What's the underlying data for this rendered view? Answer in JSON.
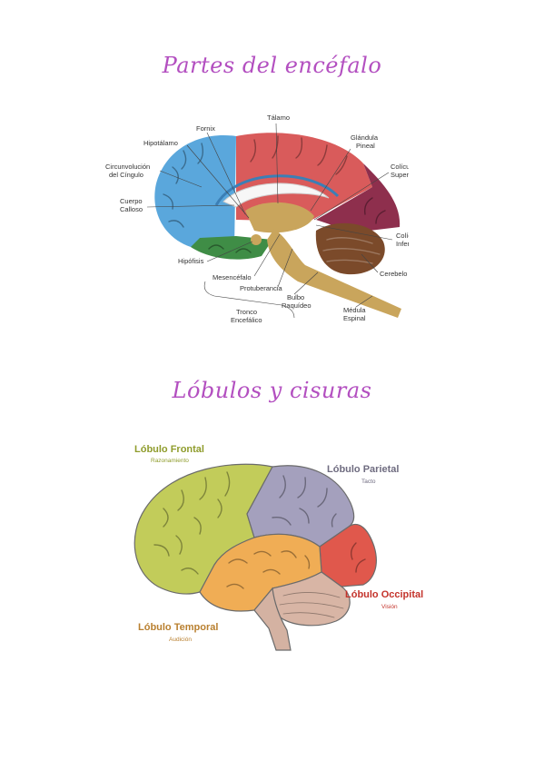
{
  "headings": {
    "section1": "Partes del encéfalo",
    "section2": "Lóbulos y cisuras"
  },
  "figure1": {
    "labels": {
      "fornix": "Fornix",
      "talamo": "Tálamo",
      "hipotalamo": "Hipotálamo",
      "glandula1": "Glándula",
      "glandula2": "Pineal",
      "circun1": "Circunvolución",
      "circun2": "del Cíngulo",
      "coliculo_sup1": "Colículo",
      "coliculo_sup2": "Superior",
      "cuerpo1": "Cuerpo",
      "cuerpo2": "Calloso",
      "coliculo_inf1": "Colículo",
      "coliculo_inf2": "Inferior",
      "hipofisis": "Hipófisis",
      "cerebelo": "Cerebelo",
      "mesencefalo": "Mesencéfalo",
      "protuberancia": "Protuberancia",
      "bulbo1": "Bulbo",
      "bulbo2": "Raquídeo",
      "tronco1": "Tronco",
      "tronco2": "Encefálico",
      "medula1": "Médula",
      "medula2": "Espinal"
    },
    "colors": {
      "frontal": "#5aa7dc",
      "parietal": "#d95b5b",
      "occipital": "#8e2f4d",
      "temporal": "#3f8d46",
      "brainstem": "#c9a55c",
      "cerebellum": "#7b4a2a"
    }
  },
  "figure2": {
    "lobes": {
      "frontal": {
        "name": "Lóbulo Frontal",
        "sub": "Razonamiento",
        "color": "#c2cc5a"
      },
      "parietal": {
        "name": "Lóbulo Parietal",
        "sub": "Tacto",
        "color": "#a4a0bd"
      },
      "occipital": {
        "name": "Lóbulo Occipital",
        "sub": "Visión",
        "color": "#e0584c"
      },
      "temporal": {
        "name": "Lóbulo Temporal",
        "sub": "Audición",
        "color": "#f0ad55"
      }
    },
    "colors": {
      "parietal_text": "#6f6c80",
      "frontal_text": "#8f9c2c",
      "temporal_text": "#b98030",
      "occipital_text": "#c4332b",
      "cerebellum": "#d8b5a5",
      "stem": "#d4b2a2"
    }
  }
}
